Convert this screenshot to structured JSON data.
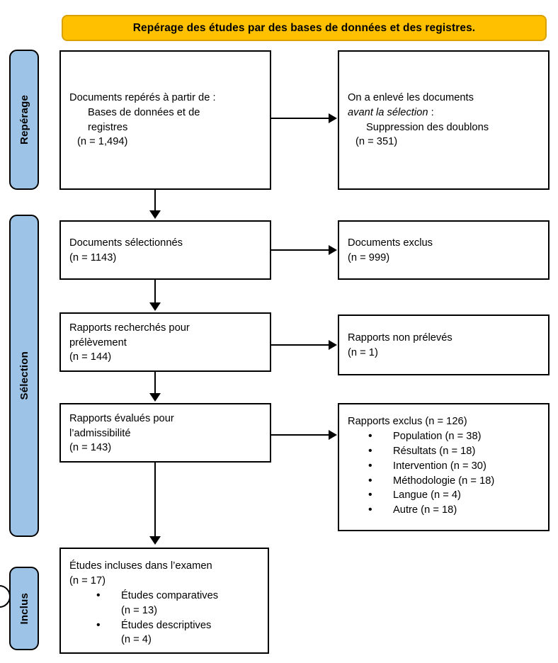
{
  "banner": {
    "title": "Repérage des études par des bases de données et des registres.",
    "background_color": "#FFC000",
    "border_color": "#D9A100"
  },
  "phases": [
    {
      "id": "reperage",
      "label": "Repérage",
      "color": "#9DC3E6"
    },
    {
      "id": "selection",
      "label": "Sélection",
      "color": "#9DC3E6"
    },
    {
      "id": "inclus",
      "label": "Inclus",
      "color": "#9DC3E6"
    }
  ],
  "boxes": {
    "identification": {
      "line1": "Documents repérés à partir de :",
      "line2": "Bases de données et de",
      "line3": "registres",
      "line4": "(n = 1,494)"
    },
    "removed": {
      "line1": "On a enlevé les documents",
      "line2_italic": "avant la sélection",
      "line2_tail": " :",
      "line3": "Suppression des doublons",
      "line4": "(n = 351)"
    },
    "screened": {
      "line1": "Documents sélectionnés",
      "line2": "(n = 1143)"
    },
    "excluded_records": {
      "line1": "Documents exclus",
      "line2": "(n = 999)"
    },
    "sought": {
      "line1": "Rapports recherchés pour",
      "line2": "prélèvement",
      "line3": "(n = 144)"
    },
    "not_retrieved": {
      "line1": "Rapports non prélevés",
      "line2": "(n = 1)"
    },
    "assessed": {
      "line1": "Rapports évalués pour",
      "line2": "l’admissibilité",
      "line3": "(n = 143)"
    },
    "excluded_reports": {
      "heading": "Rapports exclus (n = 126)",
      "reasons": [
        "Population (n = 38)",
        "Résultats (n = 18)",
        "Intervention (n = 30)",
        "Méthodologie (n = 18)",
        "Langue (n = 4)",
        "Autre (n = 18)"
      ]
    },
    "included": {
      "line1": "Études incluses dans l’examen",
      "line2": "(n = 17)",
      "items": [
        {
          "label": "Études comparatives",
          "count": "(n = 13)"
        },
        {
          "label": "Études descriptives",
          "count": "(n = 4)"
        }
      ]
    }
  },
  "chart_data": {
    "type": "diagram",
    "title": "Repérage des études par des bases de données et des registres.",
    "nodes": [
      {
        "id": "identification",
        "phase": "Repérage",
        "label": "Documents repérés à partir de : Bases de données et de registres",
        "n": 1494
      },
      {
        "id": "removed",
        "phase": "Repérage",
        "label": "On a enlevé les documents avant la sélection : Suppression des doublons",
        "n": 351
      },
      {
        "id": "screened",
        "phase": "Sélection",
        "label": "Documents sélectionnés",
        "n": 1143
      },
      {
        "id": "excluded_records",
        "phase": "Sélection",
        "label": "Documents exclus",
        "n": 999
      },
      {
        "id": "sought",
        "phase": "Sélection",
        "label": "Rapports recherchés pour prélèvement",
        "n": 144
      },
      {
        "id": "not_retrieved",
        "phase": "Sélection",
        "label": "Rapports non prélevés",
        "n": 1
      },
      {
        "id": "assessed",
        "phase": "Sélection",
        "label": "Rapports évalués pour l’admissibilité",
        "n": 143
      },
      {
        "id": "excluded_reports",
        "phase": "Sélection",
        "label": "Rapports exclus",
        "n": 126,
        "breakdown": [
          {
            "reason": "Population",
            "n": 38
          },
          {
            "reason": "Résultats",
            "n": 18
          },
          {
            "reason": "Intervention",
            "n": 30
          },
          {
            "reason": "Méthodologie",
            "n": 18
          },
          {
            "reason": "Langue",
            "n": 4
          },
          {
            "reason": "Autre",
            "n": 18
          }
        ]
      },
      {
        "id": "included",
        "phase": "Inclus",
        "label": "Études incluses dans l’examen",
        "n": 17,
        "breakdown": [
          {
            "reason": "Études comparatives",
            "n": 13
          },
          {
            "reason": "Études descriptives",
            "n": 4
          }
        ]
      }
    ],
    "edges": [
      {
        "from": "identification",
        "to": "removed",
        "direction": "right"
      },
      {
        "from": "identification",
        "to": "screened",
        "direction": "down"
      },
      {
        "from": "screened",
        "to": "excluded_records",
        "direction": "right"
      },
      {
        "from": "screened",
        "to": "sought",
        "direction": "down"
      },
      {
        "from": "sought",
        "to": "not_retrieved",
        "direction": "right"
      },
      {
        "from": "sought",
        "to": "assessed",
        "direction": "down"
      },
      {
        "from": "assessed",
        "to": "excluded_reports",
        "direction": "right"
      },
      {
        "from": "assessed",
        "to": "included",
        "direction": "down"
      }
    ]
  }
}
